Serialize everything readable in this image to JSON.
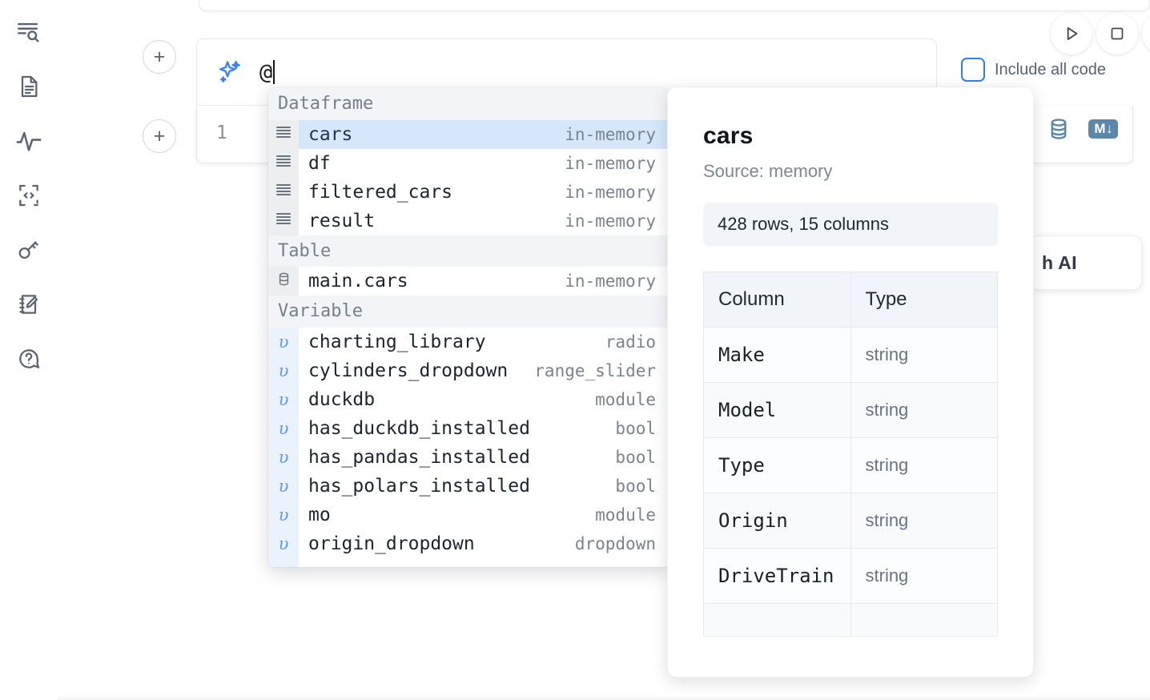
{
  "sidebar": {
    "items": [
      {
        "icon": "outline-search-icon",
        "name": "sidebar-item-outline"
      },
      {
        "icon": "document-icon",
        "name": "sidebar-item-notebook"
      },
      {
        "icon": "activity-pulse-icon",
        "name": "sidebar-item-activity"
      },
      {
        "icon": "code-brackets-icon",
        "name": "sidebar-item-snippets"
      },
      {
        "icon": "key-icon",
        "name": "sidebar-item-secrets"
      },
      {
        "icon": "notepad-pencil-icon",
        "name": "sidebar-item-scratchpad"
      },
      {
        "icon": "chat-question-icon",
        "name": "sidebar-item-help"
      }
    ]
  },
  "toolbar": {
    "add_cell_label": "+",
    "run_icon": "play-triangle-icon",
    "stop_icon": "square-stop-icon",
    "include_all_code_label": "Include all code",
    "include_all_code_checked": false,
    "accent_color": "#2f80ed"
  },
  "ai_cell": {
    "icon": "sparkle-ai-icon",
    "value": "@",
    "placeholder": ""
  },
  "code_cell": {
    "line_number": "1",
    "icons": [
      {
        "name": "database-icon",
        "label": ""
      },
      {
        "name": "markdown-icon",
        "label": "M"
      }
    ],
    "markdown_badge_text": "M",
    "markdown_badge_arrow": "↓"
  },
  "ai_card": {
    "label": "h AI"
  },
  "autocomplete": {
    "sections": [
      {
        "title": "Dataframe",
        "items": [
          {
            "icon": "dataframe-rows-icon",
            "kind": "df",
            "name": "cars",
            "type": "in-memory",
            "selected": true
          },
          {
            "icon": "dataframe-rows-icon",
            "kind": "df",
            "name": "df",
            "type": "in-memory",
            "selected": false
          },
          {
            "icon": "dataframe-rows-icon",
            "kind": "df",
            "name": "filtered_cars",
            "type": "in-memory",
            "selected": false
          },
          {
            "icon": "dataframe-rows-icon",
            "kind": "df",
            "name": "result",
            "type": "in-memory",
            "selected": false
          }
        ]
      },
      {
        "title": "Table",
        "items": [
          {
            "icon": "database-table-icon",
            "kind": "table",
            "name": "main.cars",
            "type": "in-memory",
            "selected": false
          }
        ]
      },
      {
        "title": "Variable",
        "items": [
          {
            "icon": "variable-icon",
            "kind": "var",
            "name": "charting_library",
            "type": "radio",
            "selected": false
          },
          {
            "icon": "variable-icon",
            "kind": "var",
            "name": "cylinders_dropdown",
            "type": "range_slider",
            "selected": false
          },
          {
            "icon": "variable-icon",
            "kind": "var",
            "name": "duckdb",
            "type": "module",
            "selected": false
          },
          {
            "icon": "variable-icon",
            "kind": "var",
            "name": "has_duckdb_installed",
            "type": "bool",
            "selected": false
          },
          {
            "icon": "variable-icon",
            "kind": "var",
            "name": "has_pandas_installed",
            "type": "bool",
            "selected": false
          },
          {
            "icon": "variable-icon",
            "kind": "var",
            "name": "has_polars_installed",
            "type": "bool",
            "selected": false
          },
          {
            "icon": "variable-icon",
            "kind": "var",
            "name": "mo",
            "type": "module",
            "selected": false
          },
          {
            "icon": "variable-icon",
            "kind": "var",
            "name": "origin_dropdown",
            "type": "dropdown",
            "selected": false
          },
          {
            "icon": "variable-icon",
            "kind": "var",
            "name": "",
            "type": "",
            "selected": false
          }
        ]
      }
    ]
  },
  "info_panel": {
    "title": "cars",
    "source": "Source: memory",
    "shape": "428 rows, 15 columns",
    "columns_header": "Column",
    "type_header": "Type",
    "rows": [
      {
        "column": "Make",
        "type": "string"
      },
      {
        "column": "Model",
        "type": "string"
      },
      {
        "column": "Type",
        "type": "string"
      },
      {
        "column": "Origin",
        "type": "string"
      },
      {
        "column": "DriveTrain",
        "type": "string"
      },
      {
        "column": "",
        "type": ""
      }
    ]
  }
}
